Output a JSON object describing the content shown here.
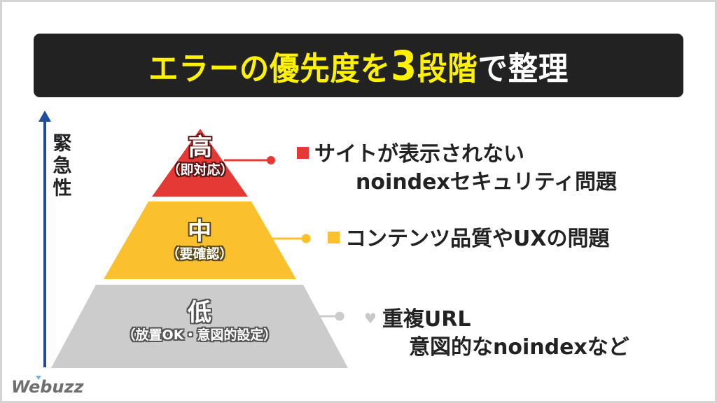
{
  "header": {
    "title_part1": "エラーの優先度を",
    "title_number": "3",
    "title_part2": "段階",
    "title_part3": "で整理",
    "colors": {
      "background": "#222222",
      "highlight": "#fff200",
      "text": "#ffffff"
    }
  },
  "axis": {
    "label_chars": [
      "緊",
      "急",
      "性"
    ],
    "color": "#1f4d9c",
    "direction": "up"
  },
  "tiers": [
    {
      "id": "high",
      "level": "高",
      "note": "（即対応）",
      "color": "#e53935",
      "marker": "square",
      "description_lines": [
        "サイトが表示されない",
        "noindexセキュリティ問題"
      ]
    },
    {
      "id": "mid",
      "level": "中",
      "note": "（要確認）",
      "color": "#fbc02d",
      "marker": "square",
      "description_lines": [
        "コンテンツ品質やUXの問題"
      ]
    },
    {
      "id": "low",
      "level": "低",
      "note": "（放置OK・意図的設定）",
      "color": "#cccccc",
      "marker": "heart",
      "description_lines": [
        "重複URL",
        "意図的なnoindexなど"
      ]
    }
  ],
  "logo": {
    "text": "Webuzz"
  }
}
